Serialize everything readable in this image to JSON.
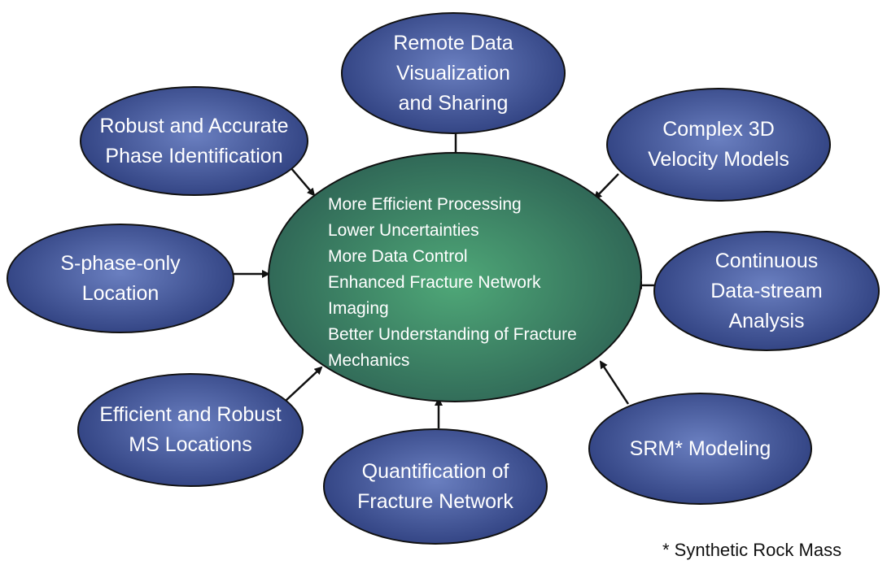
{
  "colors": {
    "node_fill_light": "#6a7fc0",
    "node_fill_dark": "#1f2f6e",
    "center_fill_light": "#4fa878",
    "center_fill_dark": "#244f4a",
    "outline": "#111111",
    "arrow": "#111111",
    "text": "#ffffff"
  },
  "center": {
    "lines": [
      "More Efficient  Processing",
      "Lower Uncertainties",
      "More Data Control",
      "Enhanced Fracture Network",
      "Imaging",
      "Better Understanding of Fracture",
      "Mechanics"
    ]
  },
  "nodes": [
    {
      "id": "remote-data",
      "lines": [
        "Remote Data",
        "Visualization",
        "and Sharing"
      ]
    },
    {
      "id": "phase-identification",
      "lines": [
        "Robust and Accurate",
        "Phase Identification"
      ]
    },
    {
      "id": "velocity-models",
      "lines": [
        "Complex 3D",
        "Velocity Models"
      ]
    },
    {
      "id": "s-phase-location",
      "lines": [
        "S-phase-only",
        "Location"
      ]
    },
    {
      "id": "data-stream",
      "lines": [
        "Continuous",
        "Data-stream",
        "Analysis"
      ]
    },
    {
      "id": "ms-locations",
      "lines": [
        "Efficient and Robust",
        "MS Locations"
      ]
    },
    {
      "id": "srm-modeling",
      "lines": [
        "SRM* Modeling"
      ]
    },
    {
      "id": "fracture-quantification",
      "lines": [
        "Quantification of",
        "Fracture Network"
      ]
    }
  ],
  "footnote": "* Synthetic Rock Mass"
}
